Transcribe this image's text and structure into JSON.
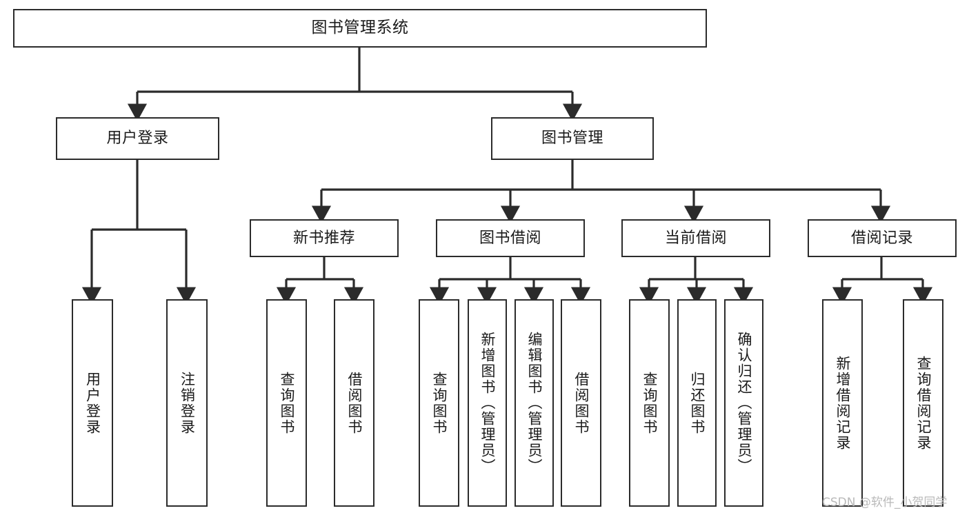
{
  "diagram": {
    "type": "tree-hierarchy-chart",
    "title": "图书管理系统",
    "colors": {
      "stroke": "#2b2b2b",
      "fill": "#ffffff",
      "text": "#1a1a1a",
      "watermark": "#b9b9b9"
    },
    "nodes": {
      "root": {
        "label": "图书管理系统"
      },
      "level2": [
        {
          "id": "user-login",
          "label": "用户登录"
        },
        {
          "id": "book-manage",
          "label": "图书管理"
        }
      ],
      "level3": [
        {
          "id": "new-book-recommend",
          "label": "新书推荐"
        },
        {
          "id": "book-borrow",
          "label": "图书借阅"
        },
        {
          "id": "current-borrow",
          "label": "当前借阅"
        },
        {
          "id": "borrow-record",
          "label": "借阅记录"
        }
      ],
      "leaves": {
        "user-login": [
          {
            "id": "leaf-user-login",
            "label": "用户登录"
          },
          {
            "id": "leaf-logout-login",
            "label": "注销登录"
          }
        ],
        "new-book-recommend": [
          {
            "id": "leaf-query-book-1",
            "label": "查询图书"
          },
          {
            "id": "leaf-borrow-book-1",
            "label": "借阅图书"
          }
        ],
        "book-borrow": [
          {
            "id": "leaf-query-book-2",
            "label": "查询图书"
          },
          {
            "id": "leaf-add-book",
            "label": "新增图书（管理员）"
          },
          {
            "id": "leaf-edit-book",
            "label": "编辑图书（管理员）"
          },
          {
            "id": "leaf-borrow-book-2",
            "label": "借阅图书"
          }
        ],
        "current-borrow": [
          {
            "id": "leaf-query-book-3",
            "label": "查询图书"
          },
          {
            "id": "leaf-return-book",
            "label": "归还图书"
          },
          {
            "id": "leaf-confirm-return",
            "label": "确认归还（管理员）"
          }
        ],
        "borrow-record": [
          {
            "id": "leaf-add-record",
            "label": "新增借阅记录"
          },
          {
            "id": "leaf-query-record",
            "label": "查询借阅记录"
          }
        ]
      }
    },
    "watermark": "CSDN @软件_小贺同学"
  }
}
